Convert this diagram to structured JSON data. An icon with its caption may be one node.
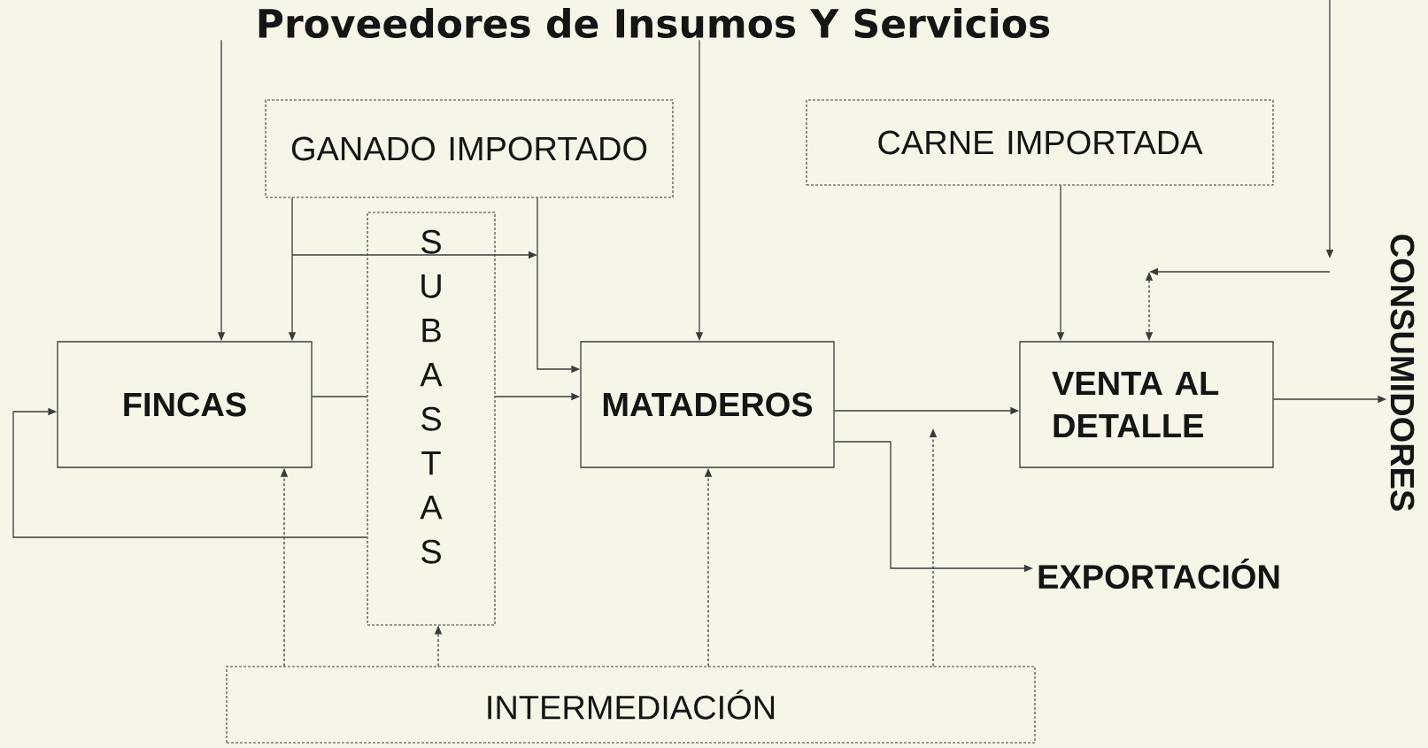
{
  "diagram": {
    "nodes": [
      {
        "text": [
          "Proveedores de Insumos Y Servicios"
        ]
      },
      {
        "text": [
          "GANADO IMPORTADO"
        ]
      },
      {
        "text": [
          "CARNE IMPORTADA"
        ]
      },
      {
        "text": [
          "SUBASTAS"
        ]
      },
      {
        "text": [
          "FINCAS"
        ]
      },
      {
        "text": [
          "MATADEROS"
        ]
      },
      {
        "text": [
          "VENTA AL DETALLE"
        ]
      },
      {
        "text": [
          "EXPORTACIÓN"
        ]
      },
      {
        "text": [
          "CONSUMIDORES"
        ]
      },
      {
        "text": [
          "INTERMEDIACIÓN"
        ]
      }
    ],
    "edges": [
      {
        "from": 0,
        "to": 4,
        "arrow": "to"
      },
      {
        "from": 0,
        "to": 5,
        "arrow": "to"
      },
      {
        "from": 1,
        "to": 4,
        "arrow": "to"
      },
      {
        "from": 1,
        "to": 5,
        "arrow": "to"
      },
      {
        "from": 4,
        "to": 3,
        "arrow": "none"
      },
      {
        "from": 3,
        "to": 4,
        "arrow": "to"
      },
      {
        "from": 5,
        "to": 6,
        "arrow": "to"
      },
      {
        "from": 5,
        "to": 7,
        "arrow": "to"
      },
      {
        "from": 2,
        "to": 6,
        "arrow": "to"
      },
      {
        "from": 6,
        "to": 8,
        "arrow": "to"
      },
      {
        "from": null,
        "to": 6,
        "arrow": "both",
        "style": "dashed"
      },
      {
        "from": 9,
        "to": 4,
        "arrow": "to",
        "style": "dashed"
      },
      {
        "from": 9,
        "to": 3,
        "arrow": "to",
        "style": "dashed"
      },
      {
        "from": 9,
        "to": 5,
        "arrow": "to",
        "style": "dashed"
      },
      {
        "from": 9,
        "to": null,
        "arrow": "to",
        "style": "dashed"
      },
      {
        "from": 3,
        "to": 5,
        "arrow": "to"
      }
    ]
  }
}
